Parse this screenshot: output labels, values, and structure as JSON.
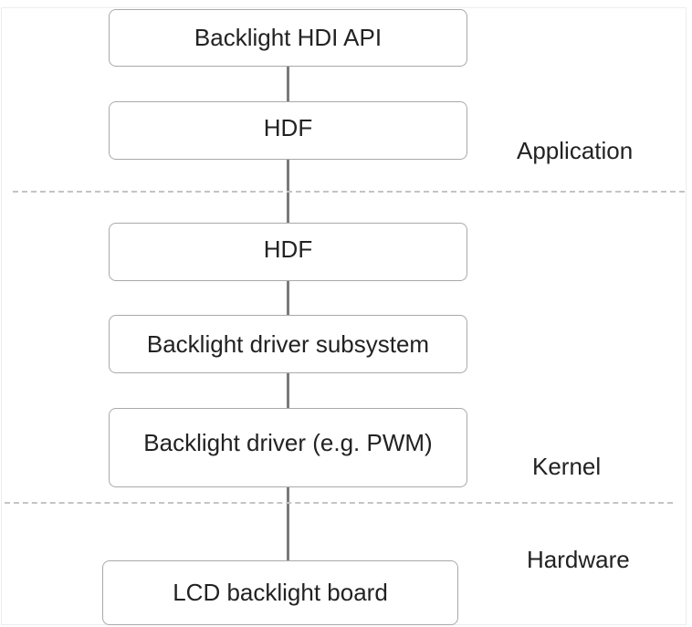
{
  "boxes": {
    "hdi_api": "Backlight HDI API",
    "hdf_app": "HDF",
    "hdf_kernel": "HDF",
    "driver_subsystem": "Backlight driver subsystem",
    "driver": "Backlight driver (e.g. PWM)",
    "lcd_board": "LCD backlight board"
  },
  "layers": {
    "application": "Application",
    "kernel": "Kernel",
    "hardware": "Hardware"
  },
  "colors": {
    "box_border": "#a9a9a9",
    "connector": "#7a7a7a",
    "divider": "#c4c4c4",
    "text": "#222222"
  }
}
